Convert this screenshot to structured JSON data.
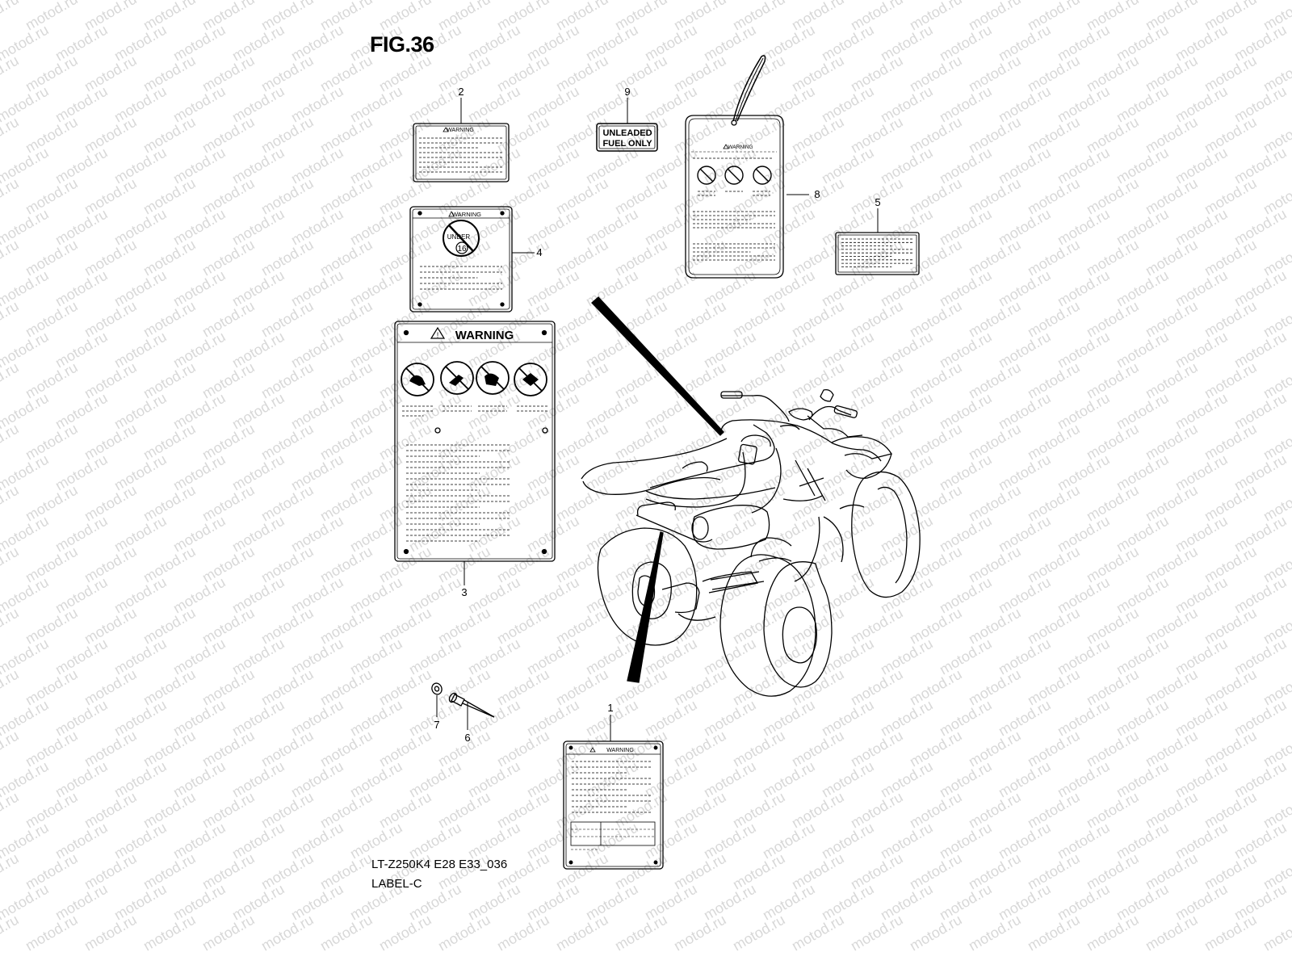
{
  "figure": {
    "title": "FIG.36",
    "code": "LT-Z250K4 E28 E33_036",
    "group": "LABEL-C"
  },
  "watermark": "motod.ru",
  "labels": {
    "warning": "WARNING",
    "under": "UNDER",
    "age": "16",
    "fuel_line1": "UNLEADED",
    "fuel_line2": "FUEL ONLY"
  },
  "callouts": [
    "1",
    "2",
    "3",
    "4",
    "5",
    "6",
    "7",
    "8",
    "9"
  ],
  "colors": {
    "line": "#000000",
    "watermark": "#d8d8d8",
    "background": "#ffffff"
  }
}
